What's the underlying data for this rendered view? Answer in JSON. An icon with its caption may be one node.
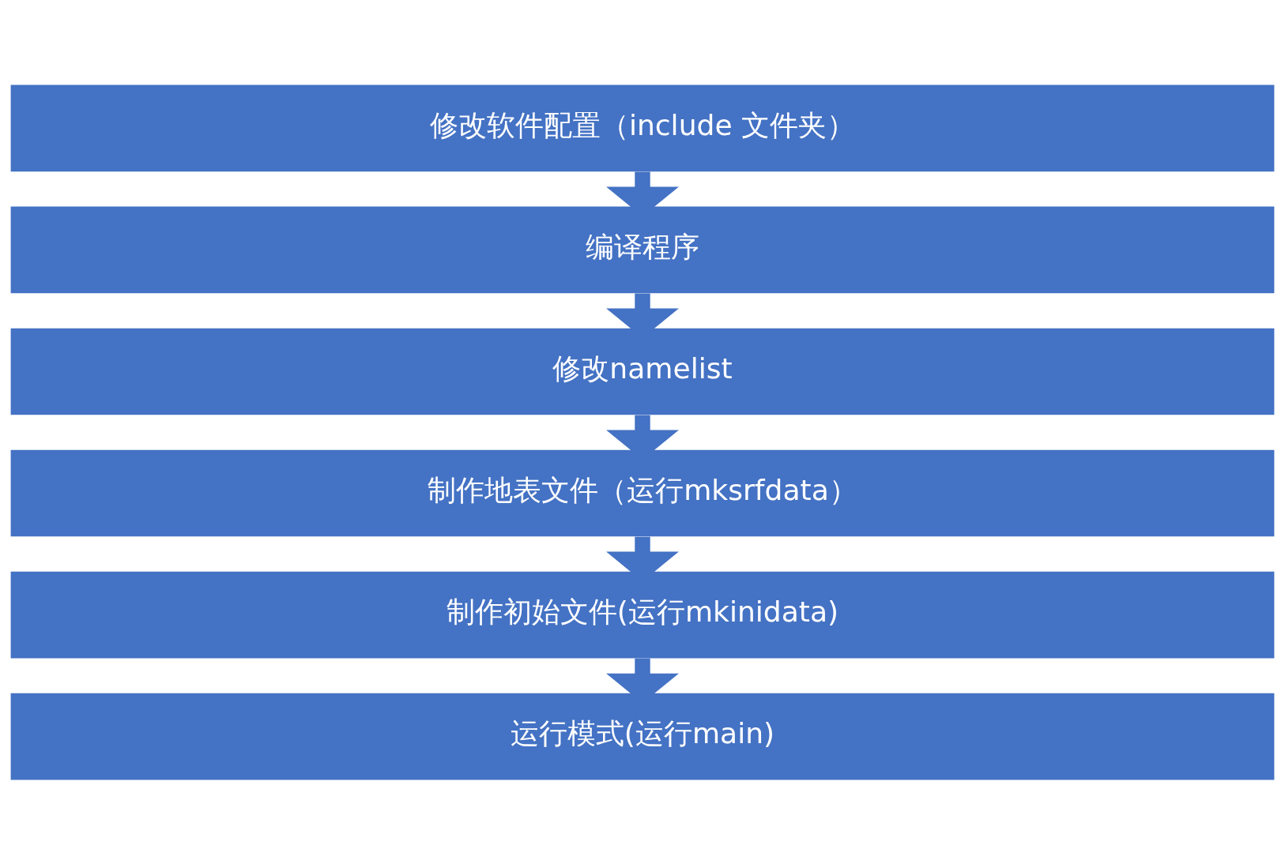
{
  "diagram": {
    "nodes": [
      {
        "text": [
          "修改软件配置（include 文件夹）"
        ]
      },
      {
        "text": [
          "编译程序"
        ]
      },
      {
        "text": [
          "修改namelist"
        ]
      },
      {
        "text": [
          "制作地表文件（运行mksrfdata）"
        ]
      },
      {
        "text": [
          "制作初始文件(运行mkinidata)"
        ]
      },
      {
        "text": [
          "运行模式(运行main)"
        ]
      }
    ],
    "edges": [
      {
        "from": 0,
        "to": 1,
        "arrow": "to"
      },
      {
        "from": 1,
        "to": 2,
        "arrow": "to"
      },
      {
        "from": 2,
        "to": 3,
        "arrow": "to"
      },
      {
        "from": 3,
        "to": 4,
        "arrow": "to"
      },
      {
        "from": 4,
        "to": 5,
        "arrow": "to"
      }
    ]
  }
}
